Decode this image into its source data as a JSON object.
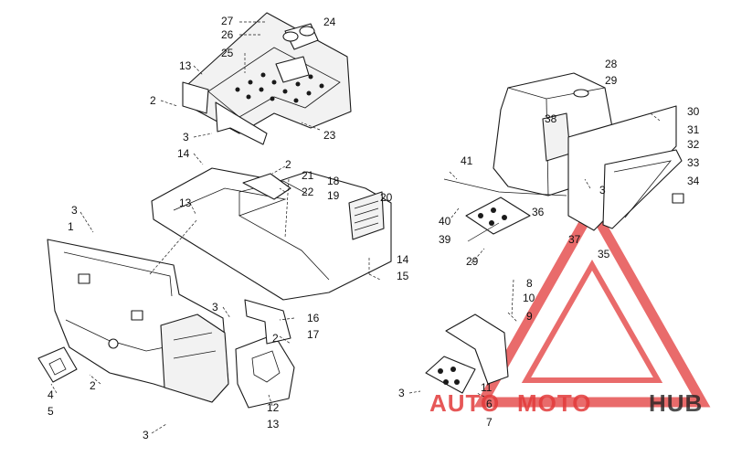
{
  "callouts": [
    {
      "id": "c27",
      "text": "27"
    },
    {
      "id": "c26",
      "text": "26"
    },
    {
      "id": "c24",
      "text": "24"
    },
    {
      "id": "c25",
      "text": "25"
    },
    {
      "id": "c13a",
      "text": "13"
    },
    {
      "id": "c2a",
      "text": "2"
    },
    {
      "id": "c3a",
      "text": "3"
    },
    {
      "id": "c23",
      "text": "23"
    },
    {
      "id": "c14a",
      "text": "14"
    },
    {
      "id": "c2b",
      "text": "2"
    },
    {
      "id": "c21",
      "text": "21"
    },
    {
      "id": "c22",
      "text": "22"
    },
    {
      "id": "c18",
      "text": "18"
    },
    {
      "id": "c19",
      "text": "19"
    },
    {
      "id": "c20",
      "text": "20"
    },
    {
      "id": "c13b",
      "text": "13"
    },
    {
      "id": "c3b",
      "text": "3"
    },
    {
      "id": "c1",
      "text": "1"
    },
    {
      "id": "c14b",
      "text": "14"
    },
    {
      "id": "c15",
      "text": "15"
    },
    {
      "id": "c3c",
      "text": "3"
    },
    {
      "id": "c16",
      "text": "16"
    },
    {
      "id": "c2c",
      "text": "2"
    },
    {
      "id": "c17",
      "text": "17"
    },
    {
      "id": "c2d",
      "text": "2"
    },
    {
      "id": "c4",
      "text": "4"
    },
    {
      "id": "c5",
      "text": "5"
    },
    {
      "id": "c12",
      "text": "12"
    },
    {
      "id": "c13c",
      "text": "13"
    },
    {
      "id": "c3d",
      "text": "3"
    },
    {
      "id": "c28",
      "text": "28"
    },
    {
      "id": "c29a",
      "text": "29"
    },
    {
      "id": "c38",
      "text": "38"
    },
    {
      "id": "c30",
      "text": "30"
    },
    {
      "id": "c31",
      "text": "31"
    },
    {
      "id": "c32",
      "text": "32"
    },
    {
      "id": "c33",
      "text": "33"
    },
    {
      "id": "c34",
      "text": "34"
    },
    {
      "id": "c41",
      "text": "41"
    },
    {
      "id": "c3e",
      "text": "3"
    },
    {
      "id": "c36",
      "text": "36"
    },
    {
      "id": "c40",
      "text": "40"
    },
    {
      "id": "c39",
      "text": "39"
    },
    {
      "id": "c37",
      "text": "37"
    },
    {
      "id": "c29b",
      "text": "29"
    },
    {
      "id": "c35",
      "text": "35"
    },
    {
      "id": "c8",
      "text": "8"
    },
    {
      "id": "c10",
      "text": "10"
    },
    {
      "id": "c9",
      "text": "9"
    },
    {
      "id": "c3f",
      "text": "3"
    },
    {
      "id": "c11",
      "text": "11"
    },
    {
      "id": "c6",
      "text": "6"
    },
    {
      "id": "c7",
      "text": "7"
    }
  ],
  "watermark": {
    "word_1": "AUTO",
    "word_2": "MOTO",
    "word_3": "HUB",
    "color_primary": "#e23a3a",
    "color_dark": "#222222"
  }
}
